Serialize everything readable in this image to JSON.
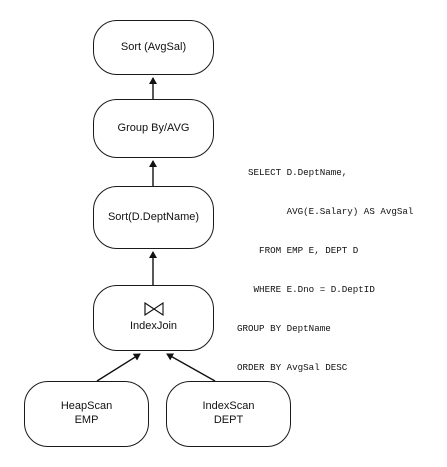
{
  "nodes": {
    "sort_avgsal": "Sort (AvgSal)",
    "group_by": "Group By/AVG",
    "sort_dept": "Sort(D.DeptName)",
    "index_join": "IndexJoin",
    "heap_scan": [
      "HeapScan",
      "EMP"
    ],
    "index_scan": [
      "IndexScan",
      "DEPT"
    ]
  },
  "join_symbol": "bowtie",
  "sql": [
    "  SELECT D.DeptName,",
    "         AVG(E.Salary) AS AvgSal",
    "    FROM EMP E, DEPT D",
    "   WHERE E.Dno = D.DeptID",
    "GROUP BY DeptName",
    "ORDER BY AvgSal DESC"
  ]
}
